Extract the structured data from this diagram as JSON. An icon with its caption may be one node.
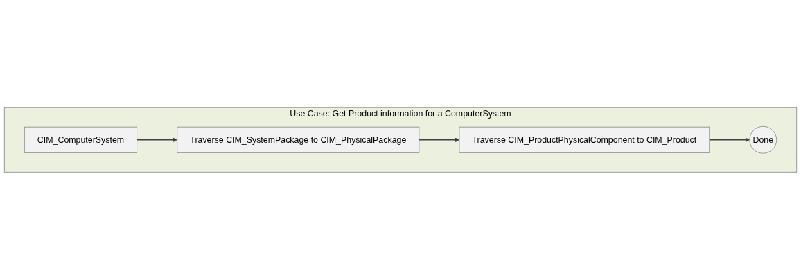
{
  "diagram": {
    "nodes": [
      {
        "text": [
          "Use Case: Get Product information for a ComputerSystem"
        ]
      },
      {
        "text": [
          "CIM_ComputerSystem"
        ],
        "in": 0
      },
      {
        "text": [
          "Traverse CIM_SystemPackage to CIM_PhysicalPackage"
        ],
        "in": 0
      },
      {
        "text": [
          "Traverse CIM_ProductPhysicalComponent to CIM_Product"
        ],
        "in": 0
      },
      {
        "text": [
          "Done"
        ],
        "in": 0
      }
    ],
    "edges": [
      {
        "from": 1,
        "to": 2,
        "arrow": "to"
      },
      {
        "from": 2,
        "to": 3,
        "arrow": "to"
      },
      {
        "from": 3,
        "to": 4,
        "arrow": "to"
      }
    ]
  }
}
